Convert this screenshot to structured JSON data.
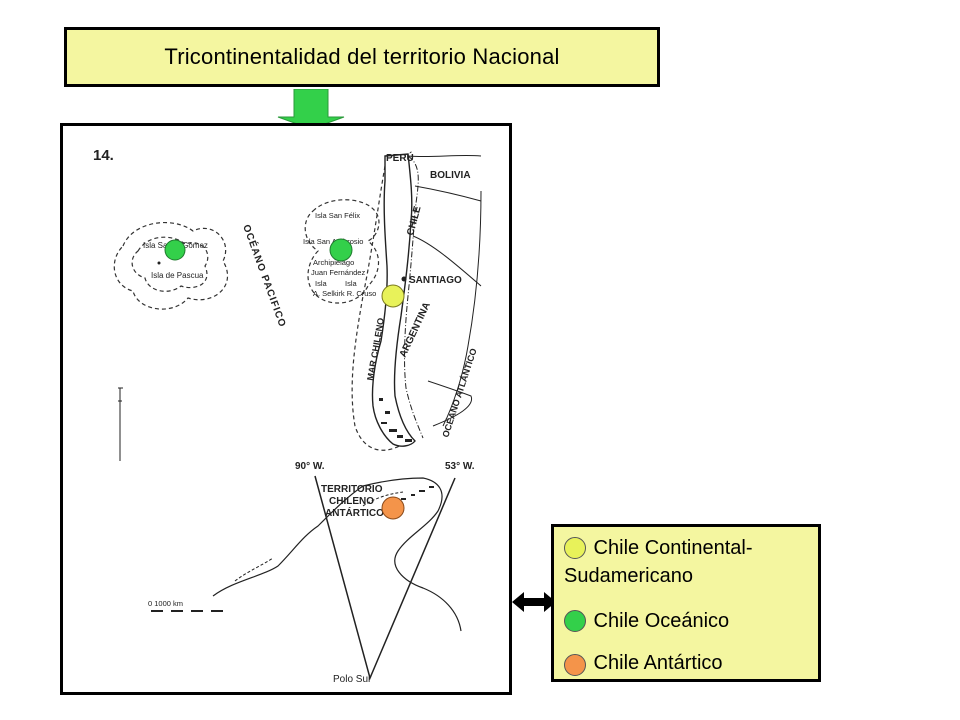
{
  "title": "Tricontinentalidad del territorio Nacional",
  "colors": {
    "title_bg": "#f4f6a0",
    "legend_bg": "#f4f6a0",
    "continental": "#e8f25a",
    "oceanic": "#33d04a",
    "antarctic": "#f4944a",
    "arrow": "#33d04a"
  },
  "map": {
    "figure_number": "14.",
    "labels": {
      "peru": "PERÚ",
      "bolivia": "BOLIVIA",
      "chile": "CHILE",
      "santiago": "SANTIAGO",
      "argentina": "ARGENTINA",
      "oceano_pacifico": "OCÉANO PACIFICO",
      "oceano_atlantico": "OCÉANO ATLÁNTICO",
      "mar_chileno": "MAR CHILENO",
      "isla_san_felix": "Isla San Félix",
      "isla_san_ambrosio": "Isla San Ambrosio",
      "archipielago": "Archipiélago",
      "juan_fernandez": "Juan Fernández",
      "isla_left": "Isla",
      "isla_right": "Isla",
      "selkirk_crusoe": "A. Selkirk R. Cruso",
      "isla_sala_y_gomez": "Isla Sala y Gómez",
      "isla_de_pascua": "Isla de Pascua",
      "lon_90": "90° W.",
      "lon_53": "53° W.",
      "territorio": "TERRITORIO",
      "chileno": "CHILENO",
      "antartico": "ANTÁRTICO",
      "scale": "0      1000 km",
      "polo_sur": "Polo Sur"
    }
  },
  "legend": {
    "items": [
      {
        "line1": " Chile Continental-",
        "line2": "Sudamericano"
      },
      {
        "line1": " Chile Oceánico"
      },
      {
        "line1": " Chile Antártico"
      }
    ]
  }
}
